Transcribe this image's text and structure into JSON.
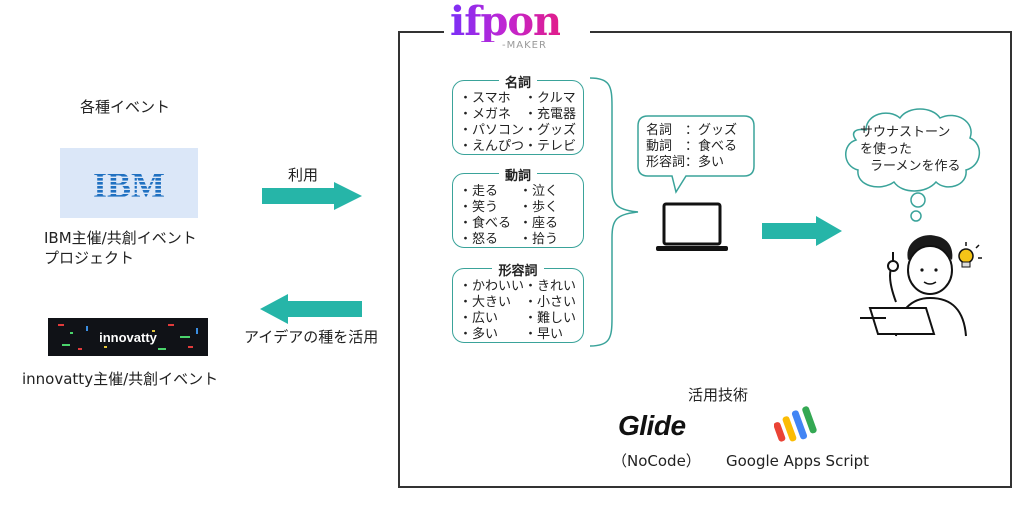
{
  "left_column": {
    "events_heading": "各種イベント",
    "ibm_logo_text": "IBM",
    "ibm_caption_line1": "IBM主催/共創イベント",
    "ibm_caption_line2": "プロジェクト",
    "innovatty_logo_text": "innovatty",
    "innovatty_caption": "innovatty主催/共創イベント"
  },
  "arrows": {
    "use_label": "利用",
    "seed_label": "アイデアの種を活用"
  },
  "product": {
    "logo_main": "ifpon",
    "logo_sub": "-MAKER"
  },
  "word_groups": [
    {
      "title": "名詞",
      "items": [
        "・スマホ",
        "・クルマ",
        "・メガネ",
        "・充電器",
        "・パソコン",
        "・グッズ",
        "・えんぴつ",
        "・テレビ"
      ]
    },
    {
      "title": "動詞",
      "items": [
        "・走る",
        "・泣く",
        "・笑う",
        "・歩く",
        "・食べる",
        "・座る",
        "・怒る",
        "・拾う"
      ]
    },
    {
      "title": "形容詞",
      "items": [
        "・かわいい",
        "・きれい",
        "・大きい",
        "・小さい",
        "・広い",
        "・難しい",
        "・多い",
        "・早い"
      ]
    }
  ],
  "pc_bubble": {
    "lines": [
      "名詞　：グッズ",
      "動詞　：食べる",
      "形容詞：多い"
    ]
  },
  "thought_bubble": {
    "lines": [
      "サウナストーン",
      "を使った",
      "ラーメンを作る"
    ]
  },
  "tech": {
    "heading": "活用技術",
    "glide_logo": "Glide",
    "glide_caption": "（NoCode）",
    "gas_caption": "Google Apps Script"
  },
  "colors": {
    "teal_arrow": "#26b5a8",
    "box_border": "#3aa39a",
    "ibm_blue": "#1f70c1"
  }
}
